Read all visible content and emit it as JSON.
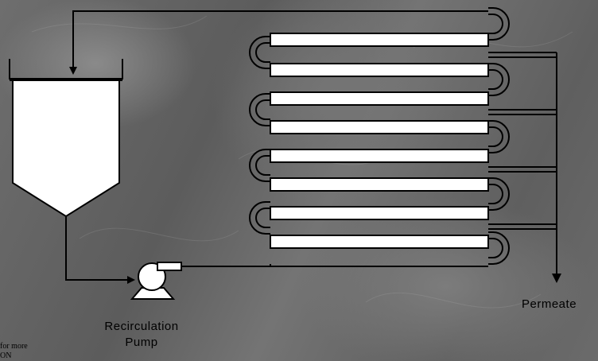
{
  "diagram": {
    "labels": {
      "permeate": "Permeate",
      "pump_line1": "Recirculation",
      "pump_line2": "Pump"
    },
    "cutoff_text": {
      "line1": "for more",
      "line2": "ON"
    },
    "colors": {
      "line": "#000000",
      "fill": "#ffffff"
    }
  }
}
